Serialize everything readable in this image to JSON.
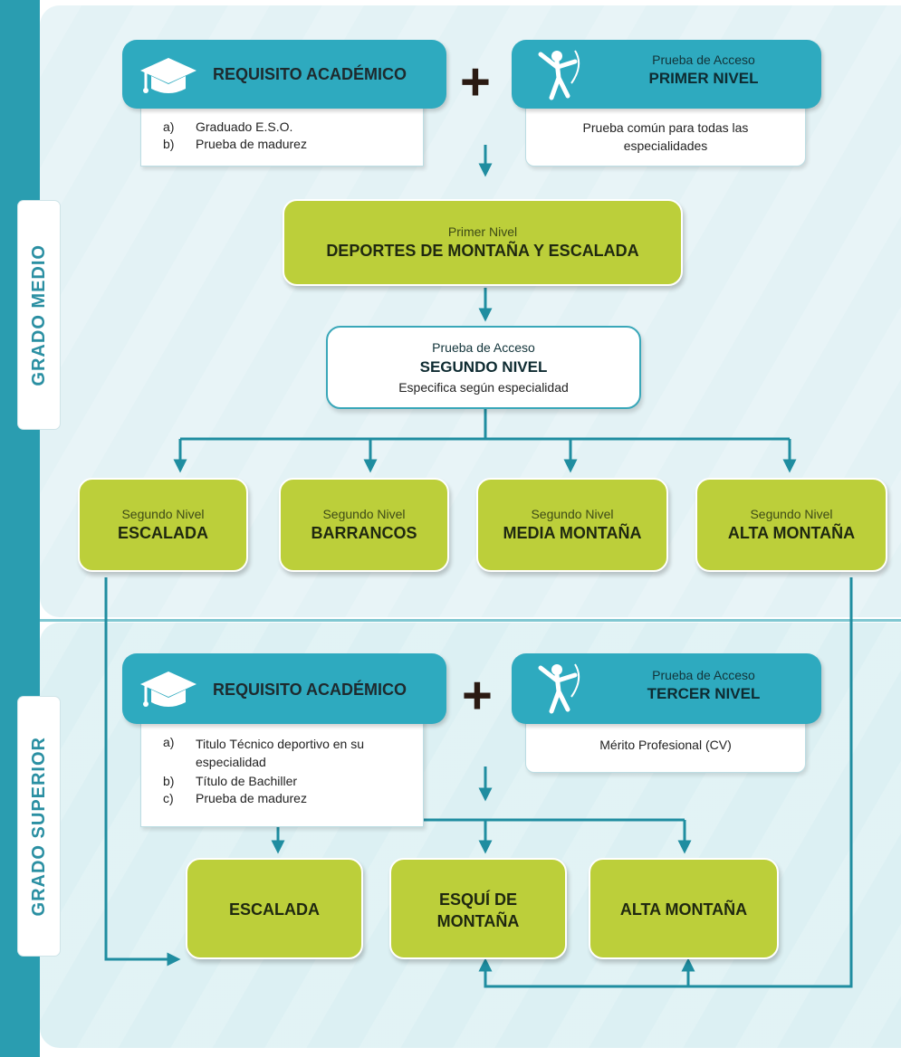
{
  "sections": {
    "top": "GRADO MEDIO",
    "bottom": "GRADO SUPERIOR"
  },
  "grado_medio": {
    "requisito": {
      "title": "REQUISITO ACADÉMICO",
      "items": [
        {
          "key": "a)",
          "text": "Graduado E.S.O."
        },
        {
          "key": "b)",
          "text": "Prueba de madurez"
        }
      ]
    },
    "plus": "+",
    "prueba_primer": {
      "small": "Prueba de Acceso",
      "big": "PRIMER NIVEL",
      "desc": "Prueba común para todas las especialidades"
    },
    "primer_nivel": {
      "small": "Primer Nivel",
      "big": "DEPORTES DE MONTAÑA Y ESCALADA"
    },
    "prueba_segundo": {
      "small": "Prueba de Acceso",
      "big": "SEGUNDO NIVEL",
      "desc": "Especifica según especialidad"
    },
    "segundo_nivel": [
      {
        "small": "Segundo Nivel",
        "big": "ESCALADA"
      },
      {
        "small": "Segundo Nivel",
        "big": "BARRANCOS"
      },
      {
        "small": "Segundo Nivel",
        "big": "MEDIA MONTAÑA"
      },
      {
        "small": "Segundo Nivel",
        "big": "ALTA MONTAÑA"
      }
    ]
  },
  "grado_superior": {
    "requisito": {
      "title": "REQUISITO ACADÉMICO",
      "items": [
        {
          "key": "a)",
          "text": "Titulo Técnico deportivo en su especialidad"
        },
        {
          "key": "b)",
          "text": "Título de Bachiller"
        },
        {
          "key": "c)",
          "text": "Prueba de madurez"
        }
      ]
    },
    "plus": "+",
    "prueba_tercer": {
      "small": "Prueba de Acceso",
      "big": "TERCER NIVEL",
      "desc": "Mérito Profesional (CV)"
    },
    "finales": [
      {
        "label": "ESCALADA"
      },
      {
        "label": "ESQUÍ DE MONTAÑA"
      },
      {
        "label": "ALTA MONTAÑA"
      }
    ]
  },
  "colors": {
    "teal": "#2eaabf",
    "green": "#bccf3a",
    "arrow": "#1f8da0",
    "text_teal": "#2a8fa2"
  },
  "icons": {
    "requisito": "graduation-cap-icon",
    "prueba": "climber-icon"
  }
}
